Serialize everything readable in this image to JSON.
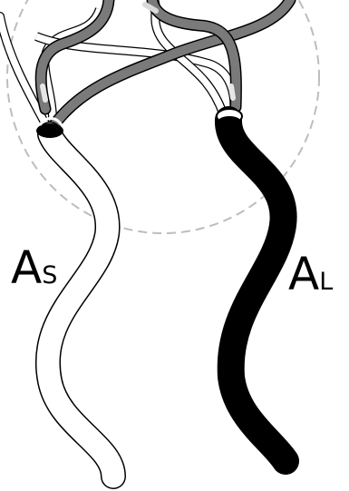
{
  "labels": {
    "left": {
      "main": "A",
      "sub": "S"
    },
    "right": {
      "main": "A",
      "sub": "L"
    }
  },
  "colors": {
    "left_strand_fill": "#ffffff",
    "right_strand_fill": "#000000",
    "upper_strand_gray": "#7a7a7a",
    "outline": "#000000",
    "dashed_circle": "#bdbdbd"
  }
}
